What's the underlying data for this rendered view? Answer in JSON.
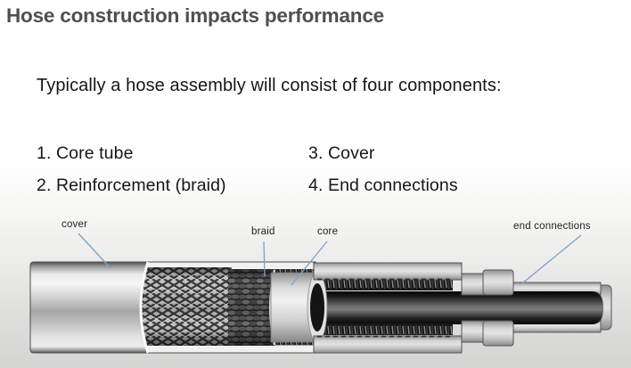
{
  "slide": {
    "title": "Hose construction impacts performance",
    "subtitle": "Typically a hose assembly will consist of four components:",
    "components": [
      {
        "text": "1. Core tube"
      },
      {
        "text": "2. Reinforcement (braid)"
      },
      {
        "text": "3. Cover"
      },
      {
        "text": "4. End connections"
      }
    ]
  },
  "diagram": {
    "labels": {
      "cover": "cover",
      "braid": "braid",
      "core": "core",
      "end_connections": "end connections"
    },
    "leader_line_color": "#7ba2c9"
  },
  "colors": {
    "title_text": "#4f4f4f",
    "body_text": "#161616",
    "background_top": "#ffffff",
    "background_bottom": "#d5d5d4"
  }
}
